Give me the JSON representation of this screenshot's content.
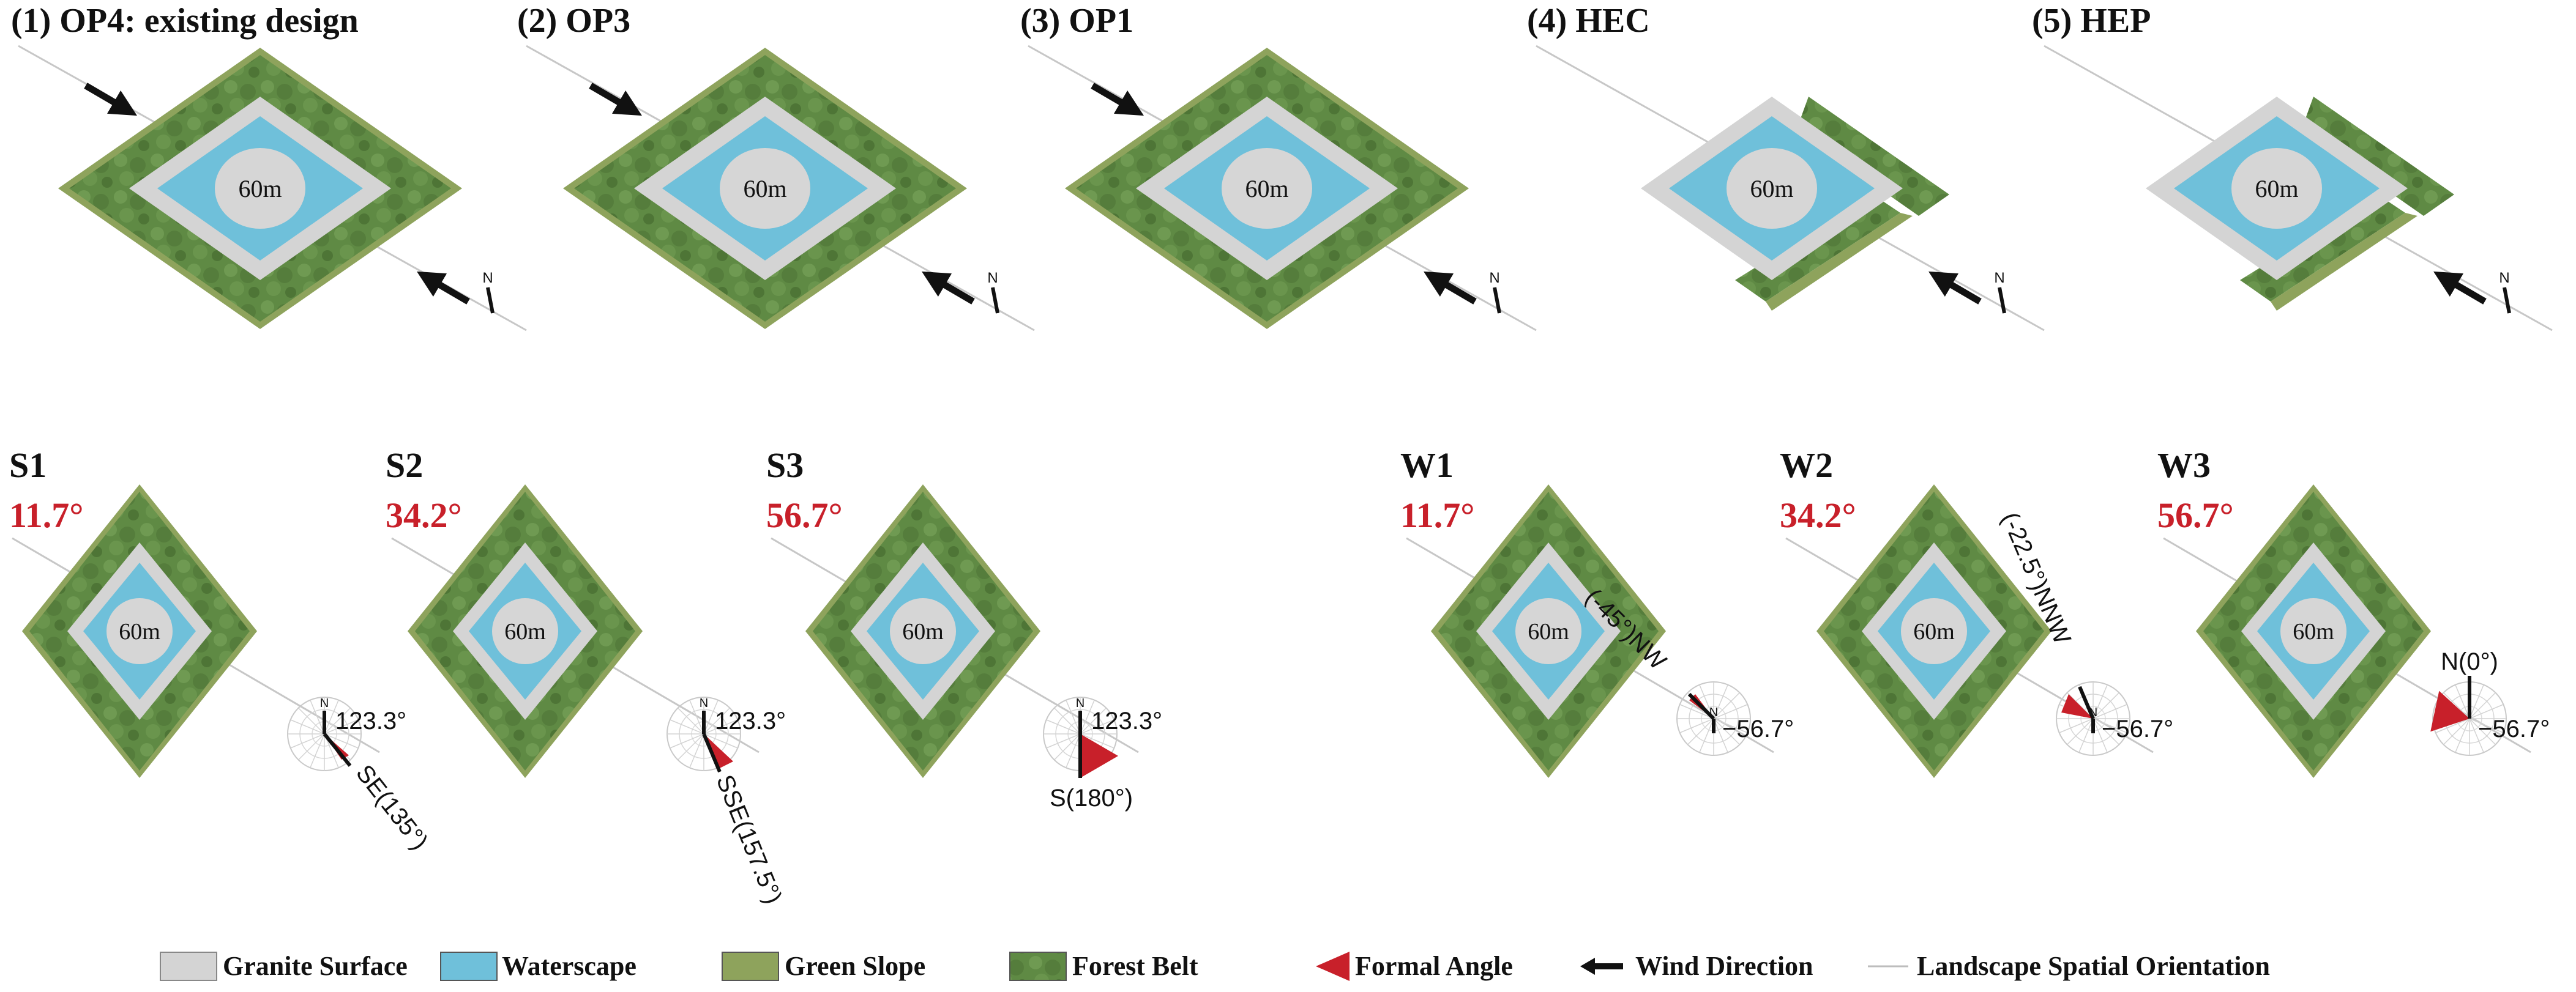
{
  "colors": {
    "granite": "#d4d4d4",
    "water": "#6fc0da",
    "slope": "#8ea35c",
    "forest": "#5f8a44",
    "forest_dark": "#4a7034",
    "formal_angle": "#c8202a",
    "wind": "#111111",
    "axis_line": "#bdbdbd",
    "angle_text": "#c8202a"
  },
  "top_row": [
    {
      "label": "(1) OP4: existing design",
      "size_label": "60m",
      "north": "N"
    },
    {
      "label": "(2) OP3",
      "size_label": "60m",
      "north": "N"
    },
    {
      "label": "(3) OP1",
      "size_label": "60m",
      "north": "N"
    },
    {
      "label": "(4) HEC",
      "size_label": "60m",
      "north": "N"
    },
    {
      "label": "(5) HEP",
      "size_label": "60m",
      "north": "N"
    }
  ],
  "bottom_row": [
    {
      "id": "S1",
      "angle": "11.7°",
      "size_label": "60m",
      "north": "N",
      "orientation": "123.3°",
      "direction": "SE(135°)"
    },
    {
      "id": "S2",
      "angle": "34.2°",
      "size_label": "60m",
      "north": "N",
      "orientation": "123.3°",
      "direction": "SSE(157.5°)"
    },
    {
      "id": "S3",
      "angle": "56.7°",
      "size_label": "60m",
      "north": "N",
      "orientation": "123.3°",
      "direction": "S(180°)"
    },
    {
      "id": "W1",
      "angle": "11.7°",
      "size_label": "60m",
      "north": "N",
      "orientation": "−56.7°",
      "direction": "(-45°)NW"
    },
    {
      "id": "W2",
      "angle": "34.2°",
      "size_label": "60m",
      "north": "N",
      "orientation": "−56.7°",
      "direction": "(-22.5°)NNW"
    },
    {
      "id": "W3",
      "angle": "56.7°",
      "size_label": "60m",
      "north": "N",
      "orientation": "−56.7°",
      "direction": "N(0°)"
    }
  ],
  "legend": [
    {
      "label": "Granite Surface",
      "symbol": "granite-swatch"
    },
    {
      "label": "Waterscape",
      "symbol": "water-swatch"
    },
    {
      "label": "Green Slope",
      "symbol": "slope-swatch"
    },
    {
      "label": "Forest Belt",
      "symbol": "forest-swatch"
    },
    {
      "label": "Formal Angle",
      "symbol": "red-wedge-icon"
    },
    {
      "label": "Wind Direction",
      "symbol": "wind-arrow-icon"
    },
    {
      "label": "Landscape Spatial Orientation",
      "symbol": "axis-line-icon"
    }
  ]
}
